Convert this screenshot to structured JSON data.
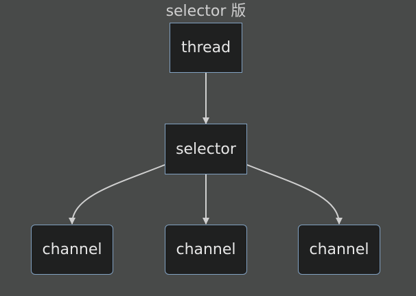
{
  "diagram": {
    "title": "selector 版",
    "nodes": {
      "thread": "thread",
      "selector": "selector",
      "channel_1": "channel",
      "channel_2": "channel",
      "channel_3": "channel"
    },
    "colors": {
      "background": "#484a49",
      "node_fill": "#1f2020",
      "node_border": "#81a1c1",
      "edge": "#d0d0d0",
      "text": "#e6e6e6"
    }
  }
}
